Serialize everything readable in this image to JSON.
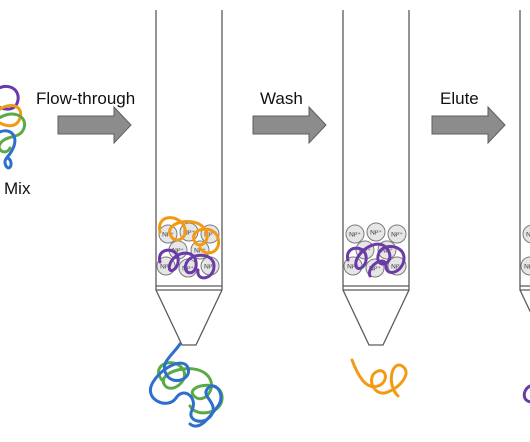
{
  "labels": {
    "mix": "Mix",
    "flow_through": "Flow-through",
    "wash": "Wash",
    "elute": "Elute"
  },
  "bead_label": "Ni²⁺",
  "colors": {
    "orange": "#F39A12",
    "purple": "#6A3AA8",
    "green": "#5AAA46",
    "blue": "#2E6FCE",
    "arrow_fill": "#8C8C8C",
    "arrow_stroke": "#5E5E5E",
    "column_stroke": "#5A5A5A",
    "bead_fill": "#E6E6E6",
    "bead_stroke": "#7A7A7A"
  },
  "icons": {
    "step_arrow": "right-block-arrow-icon",
    "column": "chromatography-column-icon",
    "bead": "nickel-bead-icon",
    "protein": "protein-coil-icon"
  },
  "stages": [
    {
      "name": "mix",
      "bound_proteins": [],
      "output_proteins": []
    },
    {
      "name": "flow-through",
      "bound_proteins": [
        "orange",
        "purple"
      ],
      "output_proteins": [
        "green",
        "blue"
      ]
    },
    {
      "name": "wash",
      "bound_proteins": [
        "purple"
      ],
      "output_proteins": [
        "orange"
      ]
    },
    {
      "name": "elute",
      "bound_proteins": [],
      "output_proteins": [
        "purple"
      ]
    }
  ]
}
